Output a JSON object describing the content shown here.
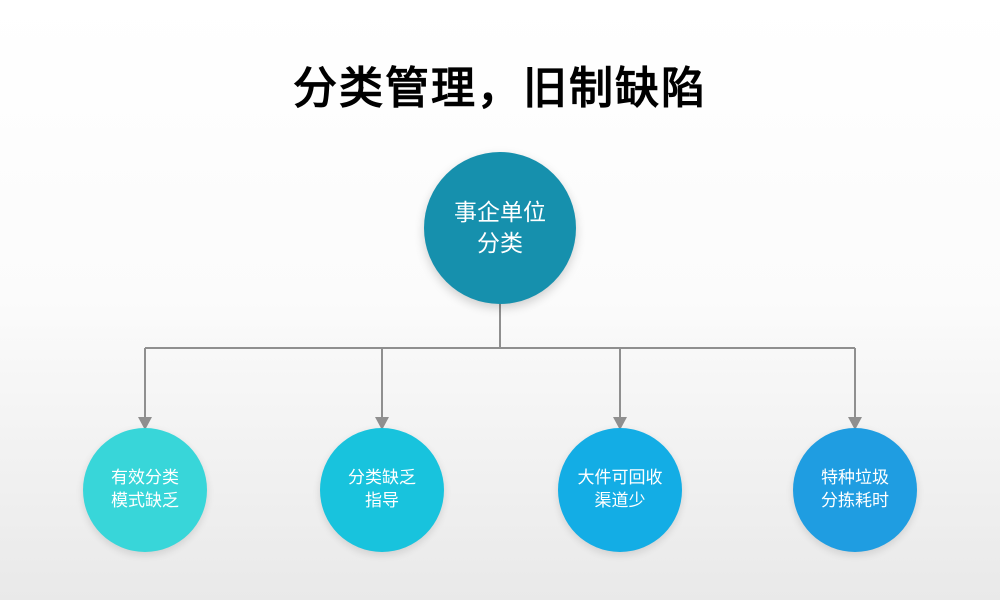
{
  "title": "分类管理，旧制缺陷",
  "root": {
    "label_line1": "事企单位",
    "label_line2": "分类",
    "color": "#1690ad"
  },
  "children": [
    {
      "label_line1": "有效分类",
      "label_line2": "模式缺乏",
      "color": "#38d6d9"
    },
    {
      "label_line1": "分类缺乏",
      "label_line2": "指导",
      "color": "#18c3dd"
    },
    {
      "label_line1": "大件可回收",
      "label_line2": "渠道少",
      "color": "#13ade5"
    },
    {
      "label_line1": "特种垃圾",
      "label_line2": "分拣耗时",
      "color": "#1f9de1"
    }
  ],
  "connector": {
    "color": "#8f8f8f"
  }
}
